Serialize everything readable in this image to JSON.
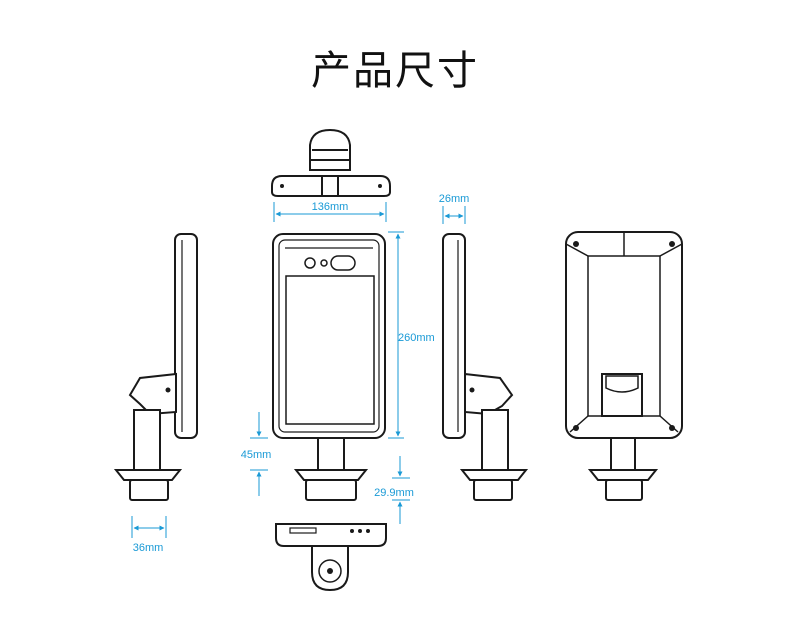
{
  "title": "产品尺寸",
  "dimensions": {
    "width": "136mm",
    "depth": "26mm",
    "height": "260mm",
    "bracket_gap": "45mm",
    "pole_length": "29.9mm",
    "pole_diameter": "36mm"
  },
  "colors": {
    "line": "#1a1a1a",
    "dimension": "#1a9ad6",
    "fill": "#ffffff"
  }
}
